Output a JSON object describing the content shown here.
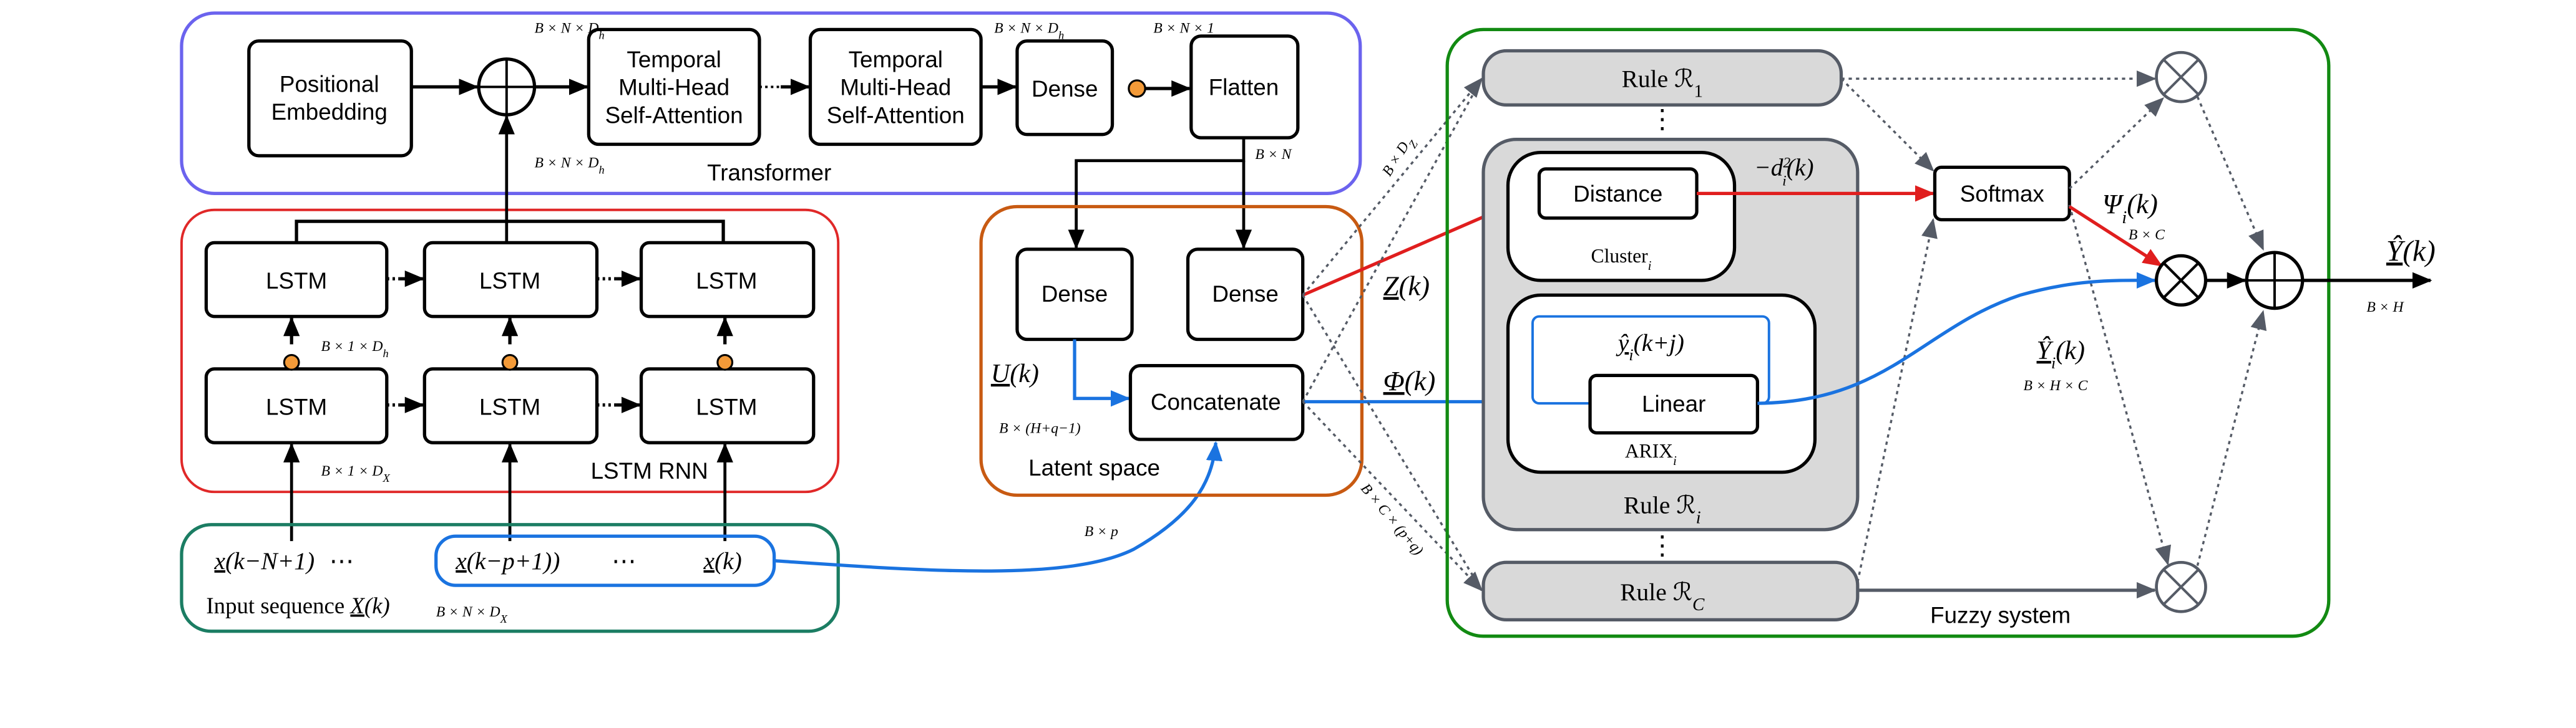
{
  "transformer": {
    "group_label": "Transformer",
    "positional_embedding": [
      "Positional",
      "Embedding"
    ],
    "attention_block": [
      "Temporal",
      "Multi-Head",
      "Self-Attention"
    ],
    "dense": "Dense",
    "flatten": "Flatten",
    "dim_bnd": "B × N × D",
    "dim_bnd_sub": "h",
    "dim_bn1": "B × N × 1",
    "dim_bn": "B × N"
  },
  "lstm": {
    "group_label": "LSTM RNN",
    "cell": "LSTM",
    "dim_hidden": "B × 1 × D",
    "dim_hidden_sub": "h",
    "dim_input": "B × 1 × D",
    "dim_input_sub": "X"
  },
  "input": {
    "x_first": "x",
    "x_first_rest": "(k−N+1)",
    "x_p": "x",
    "x_p_rest": "(k−p+1))",
    "x_k": "x",
    "x_k_rest": "(k)",
    "ellipsis": "⋯",
    "label": "Input sequence",
    "label_var": "X",
    "label_var_rest": "(k)",
    "dim": "B × N × D",
    "dim_sub": "X",
    "dim_bp": "B × p"
  },
  "latent": {
    "group_label": "Latent space",
    "dense": "Dense",
    "concatenate": "Concatenate",
    "u": "U",
    "u_rest": "(k)",
    "u_dim": "B × (H+q−1)",
    "z": "Z",
    "z_rest": "(k)",
    "z_dim": "B × D",
    "z_dim_sub": "Z",
    "phi": "Φ",
    "phi_rest": "(k)",
    "phi_dim": "B × C × (p+q)"
  },
  "fuzzy": {
    "group_label": "Fuzzy system",
    "rule_prefix": "Rule ℛ",
    "rule_1_sub": "1",
    "rule_i_sub": "i",
    "rule_c_sub": "C",
    "distance": "Distance",
    "cluster": "Cluster",
    "cluster_sub": "i",
    "linear": "Linear",
    "arix": "ARIX",
    "arix_sub": "i",
    "yhat_i": "ŷ",
    "yhat_i_sub": "i",
    "yhat_i_rest": "(k+j)",
    "neg_d": "−d",
    "neg_d_sup": "2",
    "neg_d_sub": "i",
    "neg_d_rest": "(k)",
    "softmax": "Softmax",
    "psi": "Ψ",
    "psi_sub": "i",
    "psi_rest": "(k)",
    "psi_dim": "B × C",
    "Yhat_i": "Ŷ",
    "Yhat_i_sub": "i",
    "Yhat_i_rest": "(k)",
    "Yhat_i_dim": "B × H × C"
  },
  "output": {
    "Yhat": "Ŷ",
    "Yhat_rest": "(k)",
    "dim": "B × H"
  },
  "colors": {
    "transformer": "#6b63ee",
    "lstm": "#e02828",
    "input": "#1b7d63",
    "latent": "#c85a12",
    "fuzzy": "#128a12",
    "blue_flow": "#1a73e0",
    "red_flow": "#e01e1e",
    "dropout_dot": "#f39a38"
  }
}
